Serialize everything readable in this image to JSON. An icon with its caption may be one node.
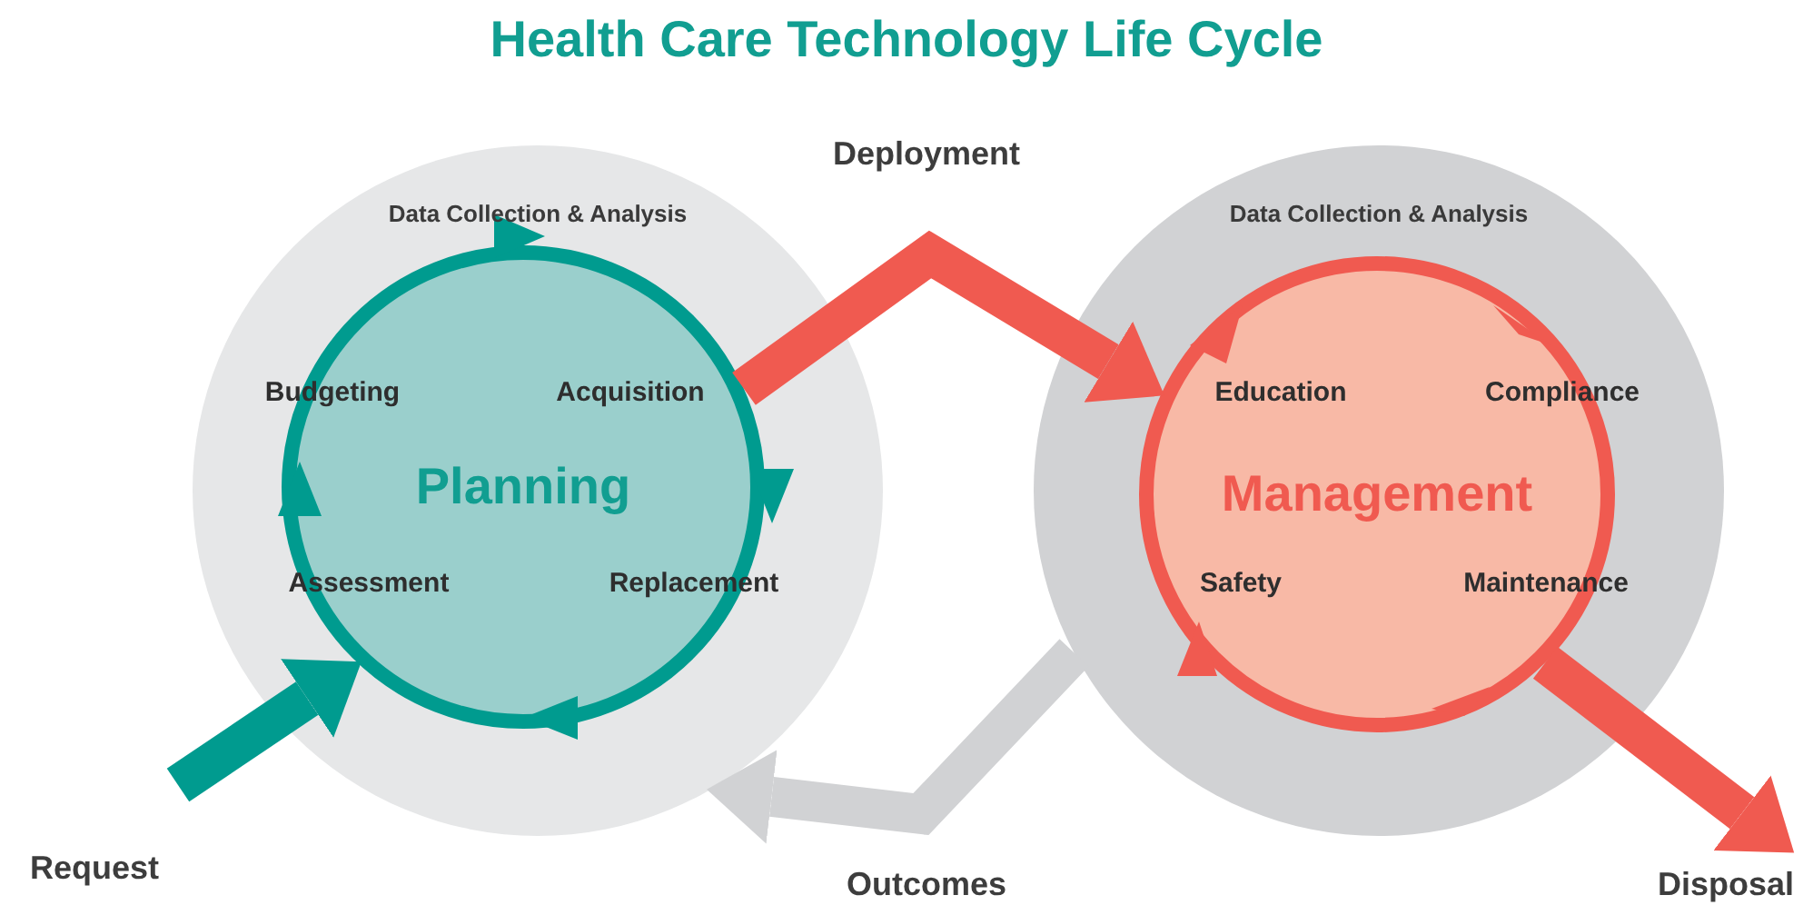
{
  "diagram": {
    "title": "Health Care Technology Life Cycle",
    "nodes": [
      {
        "text": [
          "Data Collection & Analysis"
        ]
      },
      {
        "text": [
          "Planning"
        ],
        "in": 0
      },
      {
        "text": [
          "Data Collection & Analysis"
        ]
      },
      {
        "text": [
          "Management"
        ],
        "in": 2
      }
    ],
    "edges": [
      {
        "from": 1,
        "to": 3,
        "arrow": "to",
        "label": "Deployment",
        "color": "#f05a50"
      },
      {
        "from": 3,
        "to": null,
        "arrow": "to",
        "label": "Disposal",
        "color": "#f05a50"
      },
      {
        "from": 2,
        "to": 0,
        "arrow": "to",
        "label": "Outcomes",
        "color": "#d1d2d4"
      },
      {
        "from": null,
        "to": 1,
        "arrow": "to",
        "label": "Request",
        "color": "#009b8f"
      }
    ],
    "labels": [
      "Budgeting",
      "Acquisition",
      "Assessment",
      "Replacement",
      "Education",
      "Compliance",
      "Safety",
      "Maintenance"
    ]
  }
}
